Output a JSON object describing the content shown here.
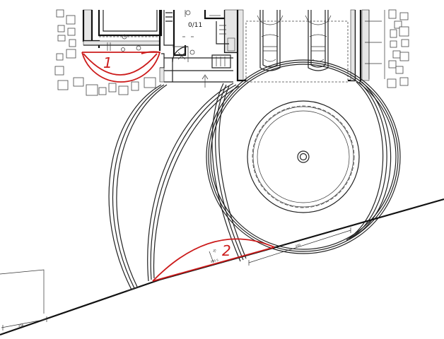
{
  "plan": {
    "room_label": "0/11",
    "marker_1": "1",
    "marker_2": "2",
    "dim_left": "336",
    "dim_right": "330",
    "dim_arc": "395.5",
    "dim_rise": "35"
  },
  "colors": {
    "background": "#ffffff",
    "line": "#222222",
    "highlight": "#cc1b1b"
  }
}
